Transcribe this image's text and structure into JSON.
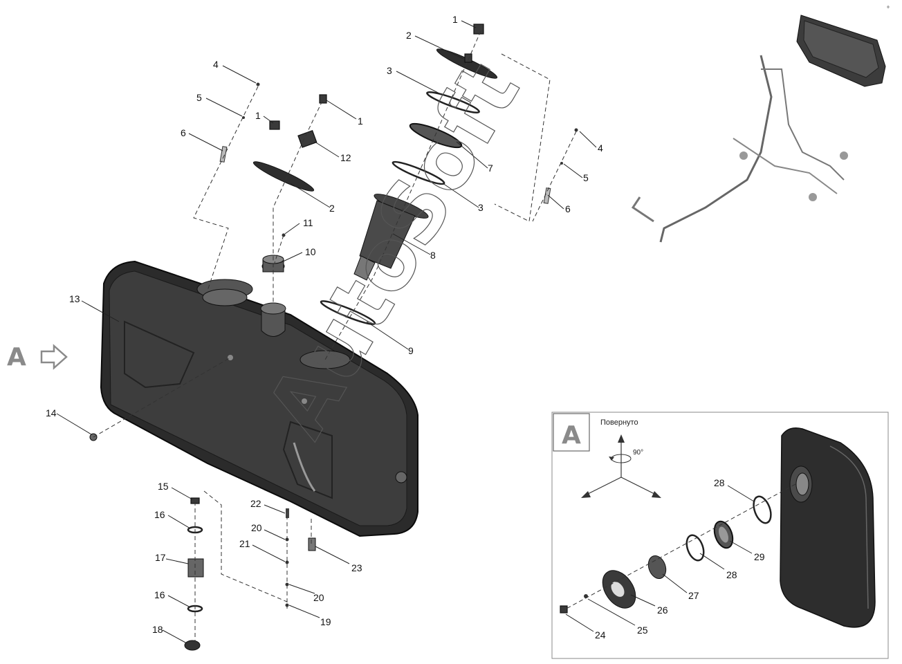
{
  "watermark": "AutoSoft",
  "view_marker": "A",
  "inset": {
    "view_label": "A",
    "rotated_label": "Повернуто",
    "angle_label": "90°"
  },
  "callouts": {
    "c1a": "1",
    "c1b": "1",
    "c1c": "1",
    "c2a": "2",
    "c2b": "2",
    "c3a": "3",
    "c3b": "3",
    "c4a": "4",
    "c4b": "4",
    "c5a": "5",
    "c5b": "5",
    "c6a": "6",
    "c6b": "6",
    "c7": "7",
    "c8": "8",
    "c9": "9",
    "c10": "10",
    "c11": "11",
    "c12": "12",
    "c13": "13",
    "c14": "14",
    "c15": "15",
    "c16a": "16",
    "c16b": "16",
    "c17": "17",
    "c18": "18",
    "c19": "19",
    "c20a": "20",
    "c20b": "20",
    "c21": "21",
    "c22": "22",
    "c23": "23",
    "c24": "24",
    "c25": "25",
    "c26": "26",
    "c27": "27",
    "c28a": "28",
    "c28b": "28",
    "c29": "29"
  }
}
